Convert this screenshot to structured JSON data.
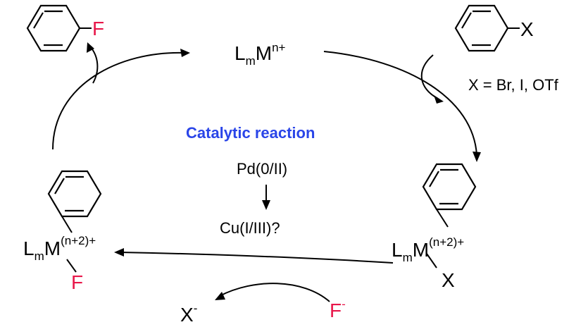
{
  "catalyst_top": {
    "base": "L",
    "sub": "m",
    "metal": "M",
    "charge": "n+"
  },
  "aryl_halide_label": "X",
  "x_definition": "X = Br, I, OTf",
  "product_label": "F",
  "intermediate_right": {
    "base": "L",
    "sub": "m",
    "metal": "M",
    "charge": "(n+2)+",
    "ligand": "X"
  },
  "intermediate_left": {
    "base": "L",
    "sub": "m",
    "metal": "M",
    "charge": "(n+2)+",
    "ligand": "F"
  },
  "center": {
    "title": "Catalytic reaction",
    "line1": "Pd(0/II)",
    "line2": "Cu(I/III)?"
  },
  "leaving_group": {
    "base": "X",
    "charge": "-"
  },
  "fluoride": {
    "base": "F",
    "charge": "-"
  },
  "colors": {
    "fluorine": "#e8174a",
    "title": "#2a45e8",
    "ink": "#000000"
  }
}
